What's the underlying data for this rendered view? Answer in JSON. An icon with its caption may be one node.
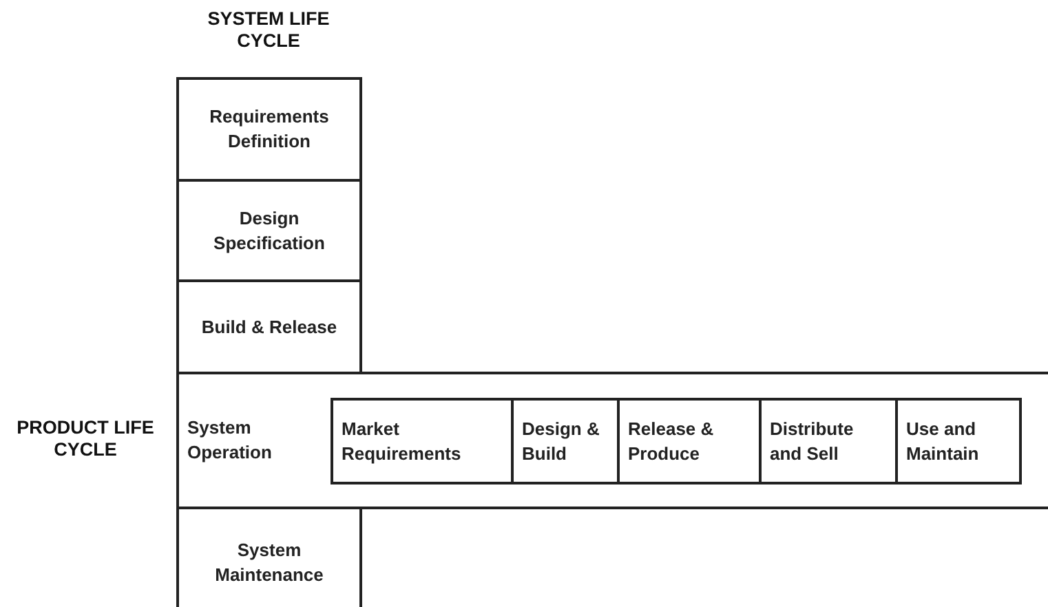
{
  "diagram": {
    "nodes": [
      {
        "text": [
          "Requirements Definition"
        ]
      },
      {
        "text": [
          "Design Specification"
        ]
      },
      {
        "text": [
          "Build & Release"
        ]
      },
      {
        "text": [
          "System Operation"
        ]
      },
      {
        "text": [
          "Market Requirements"
        ],
        "in": 3
      },
      {
        "text": [
          "Design & Build"
        ],
        "in": 3
      },
      {
        "text": [
          "Release & Produce"
        ],
        "in": 3
      },
      {
        "text": [
          "Distribute and Sell"
        ],
        "in": 3
      },
      {
        "text": [
          "Use and Maintain"
        ],
        "in": 3
      },
      {
        "text": [
          "System Maintenance"
        ]
      }
    ],
    "labels": [
      "SYSTEM LIFE CYCLE",
      "PRODUCT LIFE CYCLE"
    ]
  }
}
